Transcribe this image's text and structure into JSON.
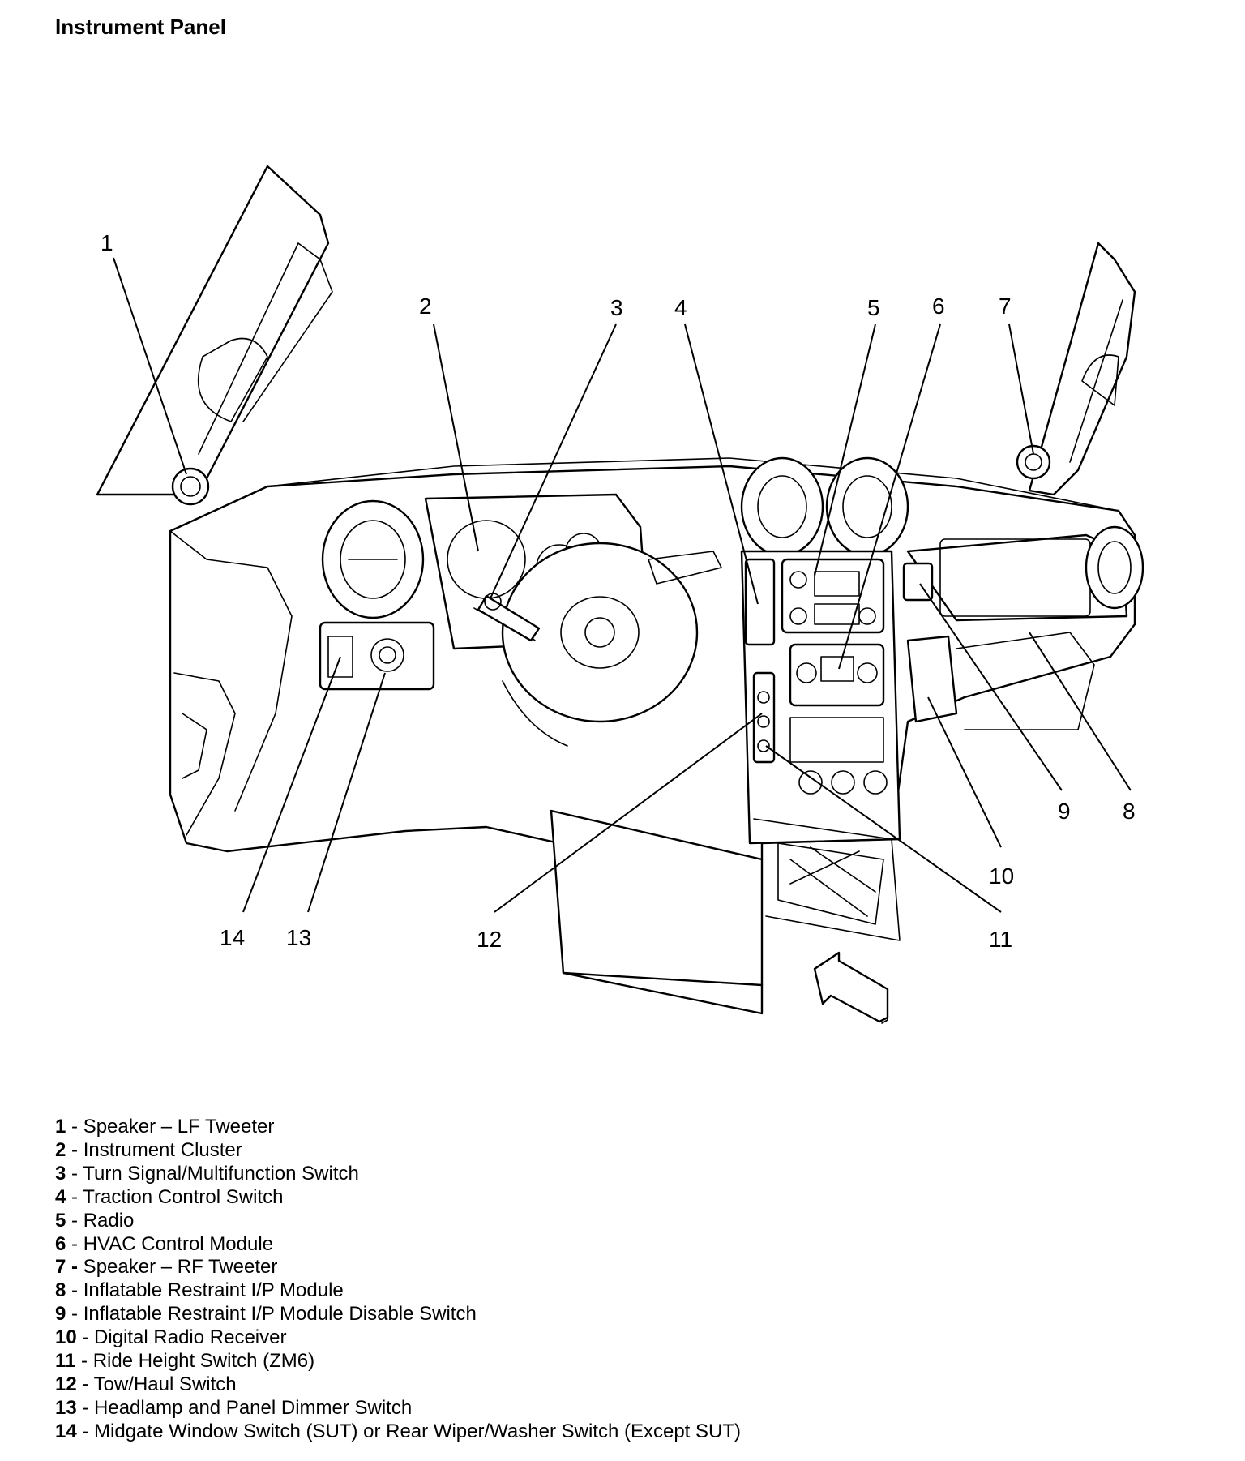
{
  "title": "Instrument Panel",
  "callouts": [
    "1",
    "2",
    "3",
    "4",
    "5",
    "6",
    "7",
    "8",
    "9",
    "10",
    "11",
    "12",
    "13",
    "14"
  ],
  "legend": [
    {
      "num": "1",
      "text": " - Speaker – LF Tweeter"
    },
    {
      "num": "2",
      "text": " - Instrument Cluster"
    },
    {
      "num": "3",
      "text": " - Turn Signal/Multifunction Switch"
    },
    {
      "num": "4",
      "text": " - Traction Control Switch"
    },
    {
      "num": "5",
      "text": " - Radio"
    },
    {
      "num": "6",
      "text": " - HVAC Control Module"
    },
    {
      "num": "7 -",
      "text": " Speaker – RF Tweeter"
    },
    {
      "num": "8",
      "text": " - Inflatable Restraint I/P Module"
    },
    {
      "num": "9",
      "text": " - Inflatable Restraint I/P Module Disable Switch"
    },
    {
      "num": "10",
      "text": " - Digital Radio Receiver"
    },
    {
      "num": "11",
      "text": " - Ride Height Switch (ZM6)"
    },
    {
      "num": "12 -",
      "text": " Tow/Haul Switch"
    },
    {
      "num": "13",
      "text": " - Headlamp and Panel Dimmer Switch"
    },
    {
      "num": "14",
      "text": " - Midgate Window Switch (SUT) or Rear Wiper/Washer Switch (Except SUT)"
    }
  ]
}
